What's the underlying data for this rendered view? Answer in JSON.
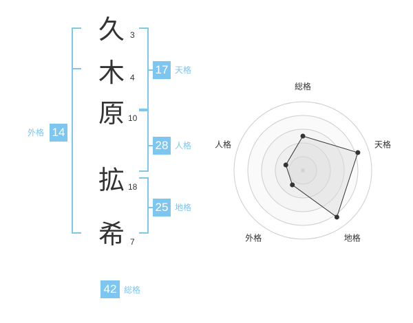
{
  "name": {
    "characters": [
      {
        "char": "久",
        "strokes": "3"
      },
      {
        "char": "木",
        "strokes": "4"
      },
      {
        "char": "原",
        "strokes": "10"
      },
      {
        "char": "拡",
        "strokes": "18"
      },
      {
        "char": "希",
        "strokes": "7"
      }
    ]
  },
  "fortune": {
    "tenkaku": {
      "value": "17",
      "label": "天格"
    },
    "jinkaku": {
      "value": "28",
      "label": "人格"
    },
    "chikaku": {
      "value": "25",
      "label": "地格"
    },
    "gaikaku": {
      "value": "14",
      "label": "外格"
    },
    "soukaku": {
      "value": "42",
      "label": "総格"
    }
  },
  "colors": {
    "accent": "#7cc6f0",
    "text": "#333333",
    "grid": "#cccccc"
  },
  "chart_data": {
    "type": "radar",
    "axes": [
      "総格",
      "天格",
      "地格",
      "外格",
      "人格"
    ],
    "values": [
      2.5,
      4.2,
      4.2,
      1.3,
      1.3
    ],
    "max": 5
  }
}
